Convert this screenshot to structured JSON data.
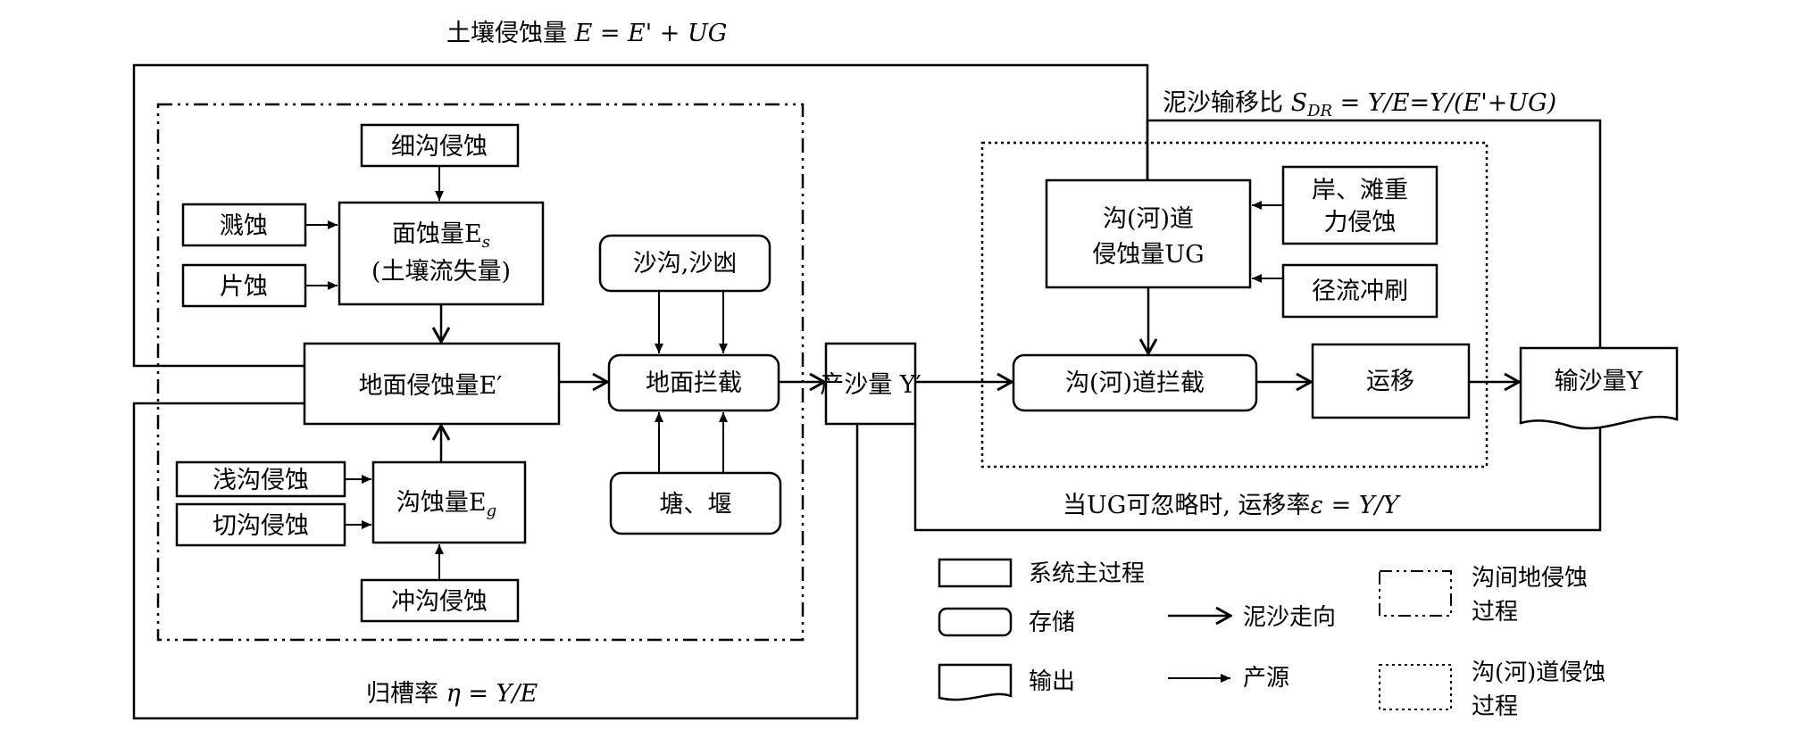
{
  "formulas": {
    "soil_erosion_total_prefix": "土壤侵蚀量 ",
    "soil_erosion_total_math": "E = E' + UG",
    "sdr_prefix": "泥沙输移比 ",
    "sdr_symbol": "S",
    "sdr_subscript": "DR",
    "sdr_math": " = Y/E=Y/(E'+UG)",
    "transport_rate_prefix": "当UG可忽略时, 运移率",
    "transport_rate_math": "ε = Y/Y",
    "channel_ratio_prefix": "归槽率 ",
    "channel_ratio_math": "η = Y/E"
  },
  "boxes": {
    "rill_erosion": "细沟侵蚀",
    "splash_erosion": "溅蚀",
    "sheet_erosion": "片蚀",
    "surface_erosion_line1": "面蚀量E",
    "surface_erosion_sub": "s",
    "surface_erosion_line2": "(土壤流失量)",
    "ground_erosion": "地面侵蚀量E",
    "ground_erosion_prime": "′",
    "gully_erosion": "沟蚀量E",
    "gully_erosion_sub": "g",
    "shallow_gully": "浅沟侵蚀",
    "cut_gully": "切沟侵蚀",
    "scour_gully": "冲沟侵蚀",
    "sand_gully": "沙沟,沙凼",
    "ground_interception": "地面拦截",
    "pond_weir": "塘、堰",
    "sediment_yield": "产沙量 Y",
    "sediment_yield_prime": "′",
    "channel_erosion_line1": "沟(河)道",
    "channel_erosion_line2": "侵蚀量UG",
    "bank_gravity_line1": "岸、滩重",
    "bank_gravity_line2": "力侵蚀",
    "runoff_scour": "径流冲刷",
    "channel_interception": "沟(河)道拦截",
    "transport": "运移",
    "sediment_output": "输沙量Y"
  },
  "legend": {
    "main_process": "系统主过程",
    "storage": "存储",
    "output": "输出",
    "sediment_direction": "泥沙走向",
    "source": "产源",
    "intergully_line1": "沟间地侵蚀",
    "intergully_line2": "过程",
    "channel_process_line1": "沟(河)道侵蚀",
    "channel_process_line2": "过程"
  }
}
